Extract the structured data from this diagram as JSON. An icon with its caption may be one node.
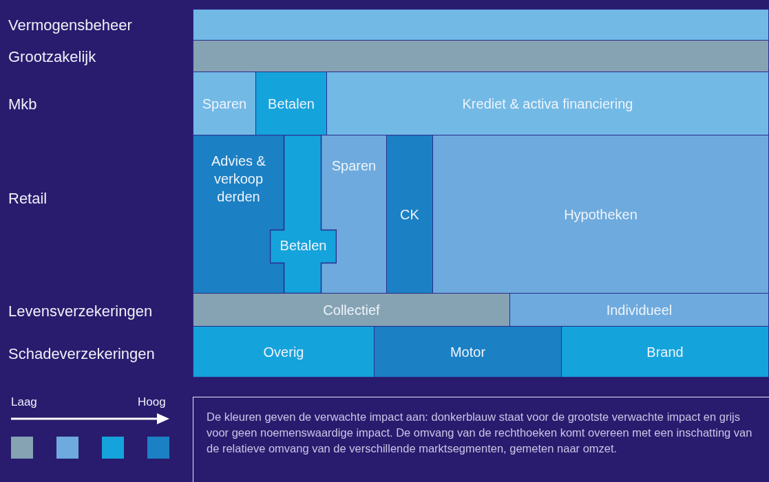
{
  "diagram": {
    "nodes": [
      {
        "text": [],
        "shape": "bar"
      },
      {
        "text": [],
        "shape": "bar"
      },
      {
        "text": [
          "Sparen"
        ]
      },
      {
        "text": [
          "Betalen"
        ]
      },
      {
        "text": [
          "Krediet & activa financiering"
        ]
      },
      {
        "text": [
          "Advies & verkoop derden"
        ]
      },
      {
        "text": [
          "Betalen"
        ]
      },
      {
        "text": [
          "Sparen"
        ]
      },
      {
        "text": [
          "CK"
        ]
      },
      {
        "text": [
          "Hypotheken"
        ]
      },
      {
        "text": [
          "Collectief"
        ]
      },
      {
        "text": [
          "Individueel"
        ]
      },
      {
        "text": [
          "Overig"
        ]
      },
      {
        "text": [
          "Motor"
        ]
      },
      {
        "text": [
          "Brand"
        ]
      },
      {
        "text": [
          "De kleuren geven de verwachte impact aan: donkerblauw staat voor de grootste verwachte impact en grijs voor geen noemenswaardige impact. De omvang van de rechthoeken komt overeen met een inschatting van de relatieve omvang van de verschillende marktsegmenten, gemeten naar omzet."
        ]
      },
      {
        "text": [],
        "shape": "box"
      },
      {
        "text": [],
        "shape": "box"
      },
      {
        "text": [],
        "shape": "box"
      },
      {
        "text": [],
        "shape": "box"
      }
    ],
    "labels": [
      "Vermogensbeheer",
      "Grootzakelijk",
      "Mkb",
      "Retail",
      "Levensverzekeringen",
      "Schadeverzekeringen",
      "Laag",
      "Hoog"
    ]
  }
}
